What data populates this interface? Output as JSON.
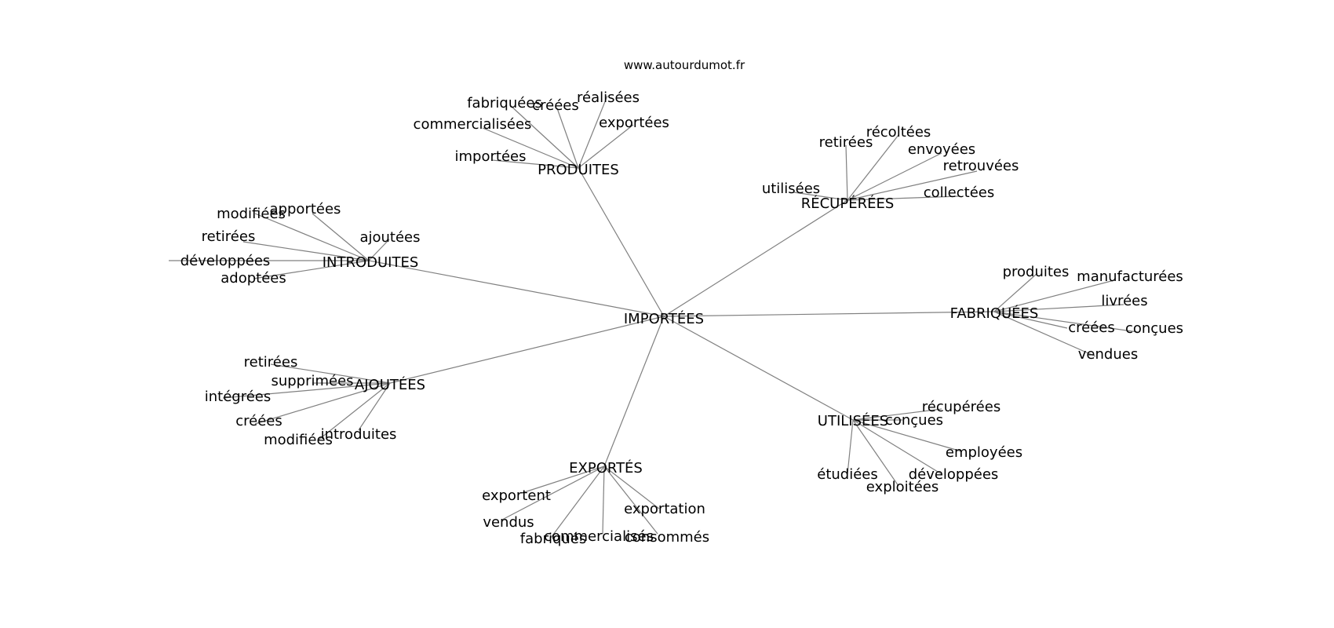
{
  "source": "www.autourdumot.fr",
  "graph": {
    "center": "IMPORTÉES",
    "clusters": [
      {
        "hub": "PRODUITES",
        "leaves": [
          "importées",
          "commercialisées",
          "fabriquées",
          "créées",
          "réalisées",
          "exportées"
        ]
      },
      {
        "hub": "RÉCUPÉRÉES",
        "leaves": [
          "utilisées",
          "retirées",
          "récoltées",
          "envoyées",
          "retrouvées",
          "collectées"
        ]
      },
      {
        "hub": "INTRODUITES",
        "leaves": [
          "modifiées",
          "apportées",
          "ajoutées",
          "retirées",
          "développées",
          "adoptées"
        ]
      },
      {
        "hub": "FABRIQUÉES",
        "leaves": [
          "produites",
          "manufacturées",
          "livrées",
          "créées",
          "conçues",
          "vendues"
        ]
      },
      {
        "hub": "AJOUTÉES",
        "leaves": [
          "retirées",
          "supprimées",
          "intégrées",
          "créées",
          "modifiées",
          "introduites"
        ]
      },
      {
        "hub": "UTILISÉES",
        "leaves": [
          "récupérées",
          "conçues",
          "employées",
          "étudiées",
          "développées",
          "exploitées"
        ]
      },
      {
        "hub": "EXPORTÉS",
        "leaves": [
          "exportent",
          "vendus",
          "exportation",
          "fabriqués",
          "commercialisés",
          "consommés"
        ]
      }
    ]
  }
}
